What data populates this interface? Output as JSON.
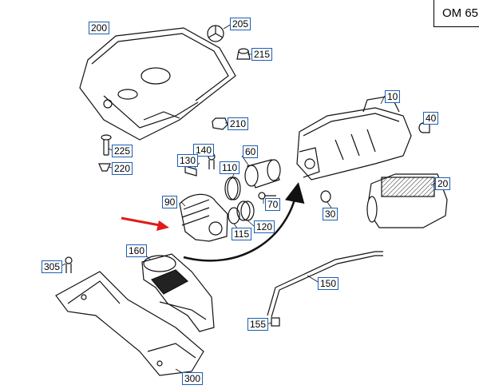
{
  "engine_label": "OM 65",
  "callouts": {
    "p200": "200",
    "p205": "205",
    "p215": "215",
    "p10": "10",
    "p40": "40",
    "p210": "210",
    "p140": "140",
    "p60": "60",
    "p130": "130",
    "p225": "225",
    "p220": "220",
    "p110": "110",
    "p20": "20",
    "p90": "90",
    "p70": "70",
    "p30": "30",
    "p120": "120",
    "p115": "115",
    "p160": "160",
    "p305": "305",
    "p150": "150",
    "p155": "155",
    "p300": "300"
  },
  "colors": {
    "callout_border": "#1a5fb4",
    "pointer_arrow": "#e01b1b",
    "line_art": "#111111"
  }
}
